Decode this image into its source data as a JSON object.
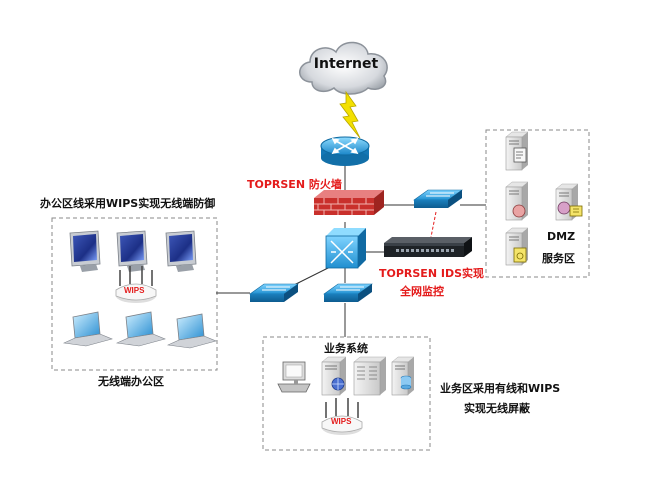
{
  "cloud": {
    "label": "Internet"
  },
  "firewall": {
    "label": "TOPRSEN 防火墙"
  },
  "ids": {
    "label_line1": "TOPRSEN IDS实现",
    "label_line2": "全网监控"
  },
  "office": {
    "title": "办公区线采用WIPS实现无线端防御",
    "caption": "无线端办公区",
    "ap_label": "WIPS"
  },
  "dmz": {
    "line1": "DMZ",
    "line2": "服务区"
  },
  "business": {
    "title": "业务系统",
    "ap_label": "WIPS",
    "note_line1": "业务区采用有线和WIPS",
    "note_line2": "实现无线屏蔽"
  },
  "colors": {
    "label_red": "#e41b1b",
    "switch_blue": "#2a9bd6",
    "firewall_red": "#c9302c",
    "link_blue": "#4aa3df"
  }
}
